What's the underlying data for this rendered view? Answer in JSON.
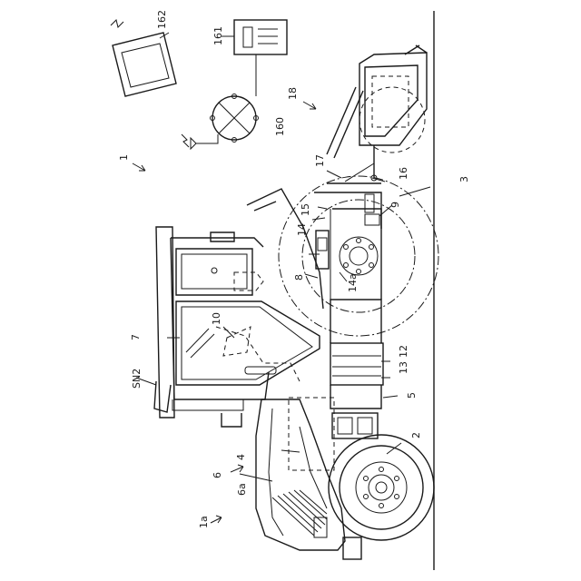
{
  "figure": {
    "labels": {
      "n1": "1",
      "n1a": "1a",
      "n2": "2",
      "n3": "3",
      "n4": "4",
      "n5": "5",
      "n6": "6",
      "n6a": "6a",
      "n7": "7",
      "n8": "8",
      "n9": "9",
      "n10": "10",
      "n12": "12",
      "n13": "13",
      "n14": "14",
      "n14a": "14a",
      "n15": "15",
      "n16": "16",
      "n17": "17",
      "n18": "18",
      "n160": "160",
      "n161": "161",
      "n162": "162",
      "sn2": "SN2"
    }
  }
}
